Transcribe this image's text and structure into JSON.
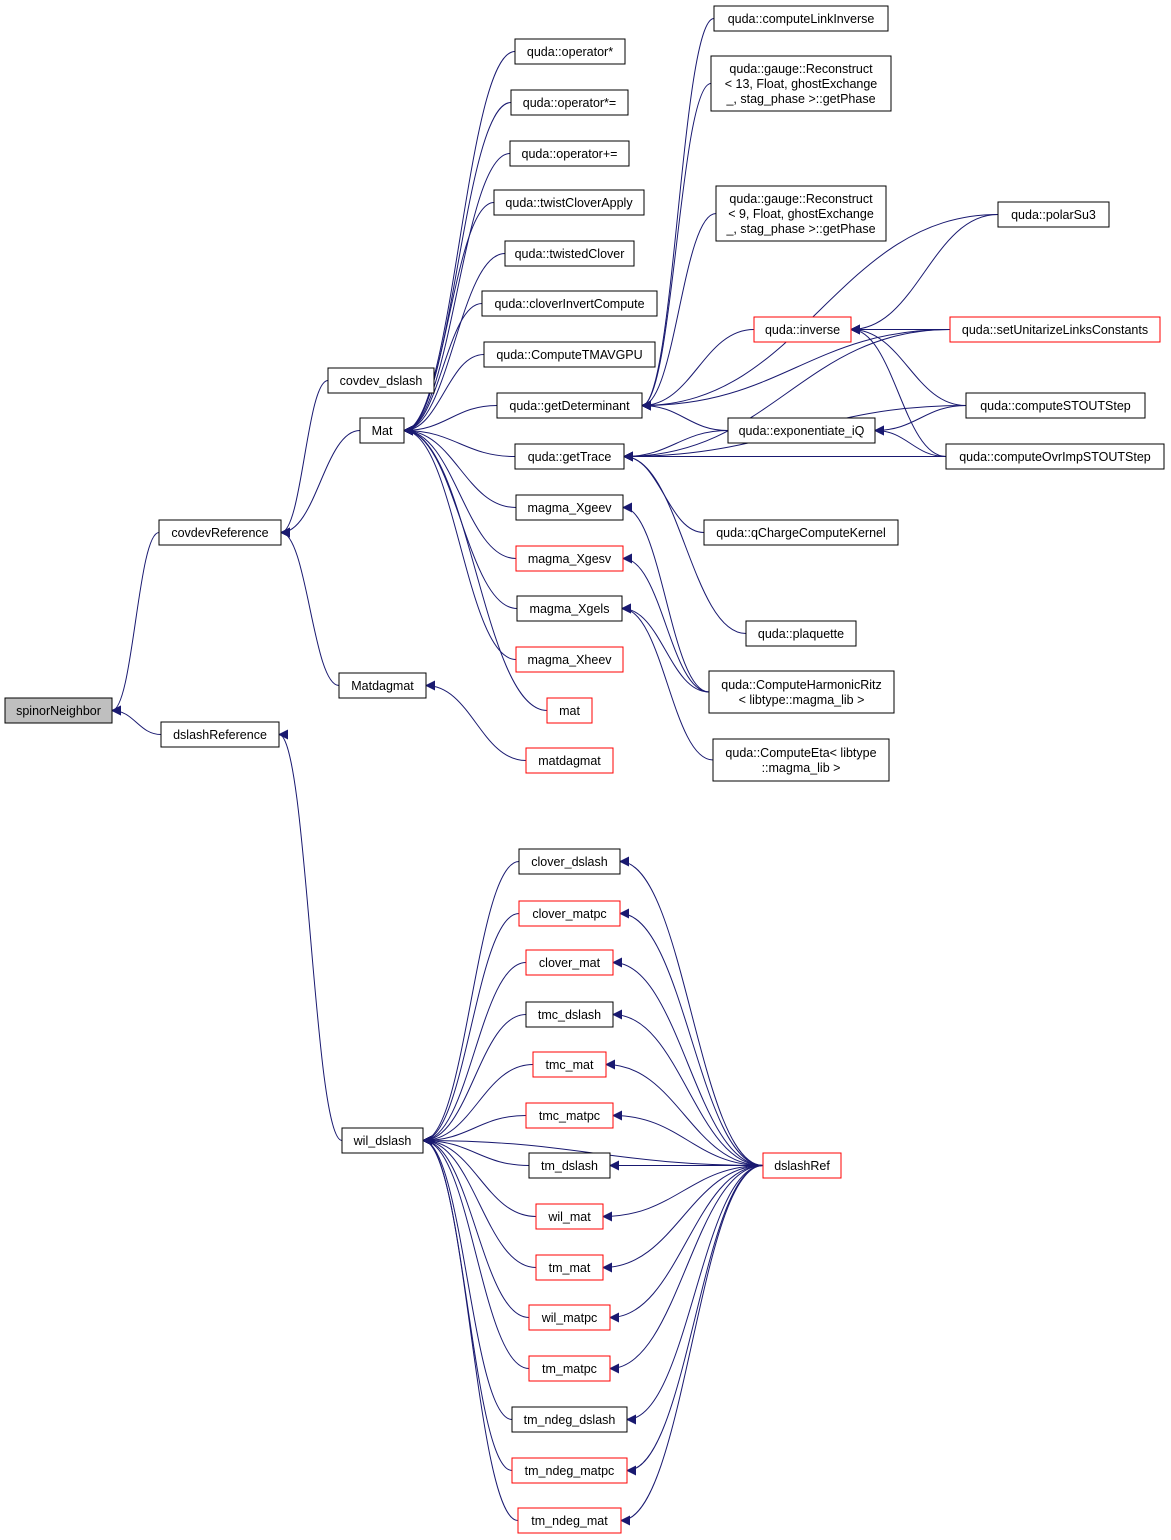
{
  "colors": {
    "edge": "#191970",
    "node_border": "#000000",
    "incomplete_border": "#ff0000",
    "root_fill": "#bfbfbf"
  },
  "nodes": {
    "spinorNeighbor": [
      "spinorNeighbor"
    ],
    "covdevReference": [
      "covdevReference"
    ],
    "dslashReference": [
      "dslashReference"
    ],
    "covdev_dslash": [
      "covdev_dslash"
    ],
    "Mat": [
      "Mat"
    ],
    "Matdagmat": [
      "Matdagmat"
    ],
    "matdagmat": [
      "matdagmat"
    ],
    "wil_dslash": [
      "wil_dslash"
    ],
    "op_mul": [
      "quda::operator*"
    ],
    "op_mul_eq": [
      "quda::operator*="
    ],
    "op_plus_eq": [
      "quda::operator+="
    ],
    "twistCloverApply": [
      "quda::twistCloverApply"
    ],
    "twistedClover": [
      "quda::twistedClover"
    ],
    "cloverInvertCompute": [
      "quda::cloverInvertCompute"
    ],
    "ComputeTMAVGPU": [
      "quda::ComputeTMAVGPU"
    ],
    "getDeterminant": [
      "quda::getDeterminant"
    ],
    "getTrace": [
      "quda::getTrace"
    ],
    "magma_Xgeev": [
      "magma_Xgeev"
    ],
    "magma_Xgesv": [
      "magma_Xgesv"
    ],
    "magma_Xgels": [
      "magma_Xgels"
    ],
    "magma_Xheev": [
      "magma_Xheev"
    ],
    "mat": [
      "mat"
    ],
    "computeLinkInverse": [
      "quda::computeLinkInverse"
    ],
    "recon13": [
      "quda::gauge::Reconstruct",
      "< 13, Float, ghostExchange",
      "_, stag_phase >::getPhase"
    ],
    "recon9": [
      "quda::gauge::Reconstruct",
      "< 9, Float, ghostExchange",
      "_, stag_phase >::getPhase"
    ],
    "inverse": [
      "quda::inverse"
    ],
    "exponentiate_iQ": [
      "quda::exponentiate_iQ"
    ],
    "qChargeComputeKernel": [
      "quda::qChargeComputeKernel"
    ],
    "plaquette": [
      "quda::plaquette"
    ],
    "ComputeHarmonicRitz": [
      "quda::ComputeHarmonicRitz",
      "< libtype::magma_lib >"
    ],
    "ComputeEta": [
      "quda::ComputeEta< libtype",
      "::magma_lib >"
    ],
    "polarSu3": [
      "quda::polarSu3"
    ],
    "setUnitarizeLinksConstants": [
      "quda::setUnitarizeLinksConstants"
    ],
    "computeSTOUTStep": [
      "quda::computeSTOUTStep"
    ],
    "computeOvrImpSTOUTStep": [
      "quda::computeOvrImpSTOUTStep"
    ],
    "clover_dslash": [
      "clover_dslash"
    ],
    "clover_matpc": [
      "clover_matpc"
    ],
    "clover_mat": [
      "clover_mat"
    ],
    "tmc_dslash": [
      "tmc_dslash"
    ],
    "tmc_mat": [
      "tmc_mat"
    ],
    "tmc_matpc": [
      "tmc_matpc"
    ],
    "tm_dslash": [
      "tm_dslash"
    ],
    "wil_mat": [
      "wil_mat"
    ],
    "tm_mat": [
      "tm_mat"
    ],
    "wil_matpc": [
      "wil_matpc"
    ],
    "tm_matpc": [
      "tm_matpc"
    ],
    "tm_ndeg_dslash": [
      "tm_ndeg_dslash"
    ],
    "tm_ndeg_matpc": [
      "tm_ndeg_matpc"
    ],
    "tm_ndeg_mat": [
      "tm_ndeg_mat"
    ],
    "dslashRef": [
      "dslashRef"
    ]
  },
  "incomplete_nodes": [
    "magma_Xgesv",
    "magma_Xheev",
    "mat",
    "matdagmat",
    "inverse",
    "setUnitarizeLinksConstants",
    "clover_matpc",
    "clover_mat",
    "tmc_mat",
    "tmc_matpc",
    "wil_mat",
    "tm_mat",
    "wil_matpc",
    "tm_matpc",
    "tm_ndeg_matpc",
    "tm_ndeg_mat",
    "dslashRef"
  ],
  "root_node": "spinorNeighbor",
  "edges": [
    [
      "covdevReference",
      "spinorNeighbor"
    ],
    [
      "dslashReference",
      "spinorNeighbor"
    ],
    [
      "covdev_dslash",
      "covdevReference"
    ],
    [
      "Mat",
      "covdevReference"
    ],
    [
      "Matdagmat",
      "covdevReference"
    ],
    [
      "wil_dslash",
      "dslashReference"
    ],
    [
      "op_mul",
      "Mat"
    ],
    [
      "op_mul_eq",
      "Mat"
    ],
    [
      "op_plus_eq",
      "Mat"
    ],
    [
      "twistCloverApply",
      "Mat"
    ],
    [
      "twistedClover",
      "Mat"
    ],
    [
      "cloverInvertCompute",
      "Mat"
    ],
    [
      "ComputeTMAVGPU",
      "Mat"
    ],
    [
      "getDeterminant",
      "Mat"
    ],
    [
      "getTrace",
      "Mat"
    ],
    [
      "magma_Xgeev",
      "Mat"
    ],
    [
      "magma_Xgesv",
      "Mat"
    ],
    [
      "magma_Xgels",
      "Mat"
    ],
    [
      "magma_Xheev",
      "Mat"
    ],
    [
      "mat",
      "Mat"
    ],
    [
      "matdagmat",
      "Matdagmat"
    ],
    [
      "computeLinkInverse",
      "getDeterminant"
    ],
    [
      "recon13",
      "getDeterminant"
    ],
    [
      "recon9",
      "getDeterminant"
    ],
    [
      "inverse",
      "getDeterminant"
    ],
    [
      "exponentiate_iQ",
      "getDeterminant"
    ],
    [
      "polarSu3",
      "getDeterminant"
    ],
    [
      "setUnitarizeLinksConstants",
      "getDeterminant"
    ],
    [
      "exponentiate_iQ",
      "getTrace"
    ],
    [
      "computeSTOUTStep",
      "getTrace"
    ],
    [
      "computeOvrImpSTOUTStep",
      "getTrace"
    ],
    [
      "qChargeComputeKernel",
      "getTrace"
    ],
    [
      "plaquette",
      "getTrace"
    ],
    [
      "setUnitarizeLinksConstants",
      "getTrace"
    ],
    [
      "polarSu3",
      "inverse"
    ],
    [
      "setUnitarizeLinksConstants",
      "inverse"
    ],
    [
      "computeSTOUTStep",
      "inverse"
    ],
    [
      "computeOvrImpSTOUTStep",
      "inverse"
    ],
    [
      "computeSTOUTStep",
      "exponentiate_iQ"
    ],
    [
      "computeOvrImpSTOUTStep",
      "exponentiate_iQ"
    ],
    [
      "ComputeHarmonicRitz",
      "magma_Xgeev"
    ],
    [
      "ComputeHarmonicRitz",
      "magma_Xgesv"
    ],
    [
      "ComputeHarmonicRitz",
      "magma_Xgels"
    ],
    [
      "ComputeEta",
      "magma_Xgels"
    ],
    [
      "clover_dslash",
      "wil_dslash"
    ],
    [
      "clover_matpc",
      "wil_dslash"
    ],
    [
      "clover_mat",
      "wil_dslash"
    ],
    [
      "tmc_dslash",
      "wil_dslash"
    ],
    [
      "tmc_mat",
      "wil_dslash"
    ],
    [
      "tmc_matpc",
      "wil_dslash"
    ],
    [
      "tm_dslash",
      "wil_dslash"
    ],
    [
      "wil_mat",
      "wil_dslash"
    ],
    [
      "tm_mat",
      "wil_dslash"
    ],
    [
      "wil_matpc",
      "wil_dslash"
    ],
    [
      "tm_matpc",
      "wil_dslash"
    ],
    [
      "tm_ndeg_dslash",
      "wil_dslash"
    ],
    [
      "tm_ndeg_matpc",
      "wil_dslash"
    ],
    [
      "tm_ndeg_mat",
      "wil_dslash"
    ],
    [
      "dslashRef",
      "wil_dslash"
    ],
    [
      "dslashRef",
      "clover_dslash"
    ],
    [
      "dslashRef",
      "clover_matpc"
    ],
    [
      "dslashRef",
      "clover_mat"
    ],
    [
      "dslashRef",
      "tmc_dslash"
    ],
    [
      "dslashRef",
      "tmc_mat"
    ],
    [
      "dslashRef",
      "tmc_matpc"
    ],
    [
      "dslashRef",
      "tm_dslash"
    ],
    [
      "dslashRef",
      "wil_mat"
    ],
    [
      "dslashRef",
      "tm_mat"
    ],
    [
      "dslashRef",
      "wil_matpc"
    ],
    [
      "dslashRef",
      "tm_matpc"
    ],
    [
      "dslashRef",
      "tm_ndeg_dslash"
    ],
    [
      "dslashRef",
      "tm_ndeg_matpc"
    ],
    [
      "dslashRef",
      "tm_ndeg_mat"
    ]
  ]
}
